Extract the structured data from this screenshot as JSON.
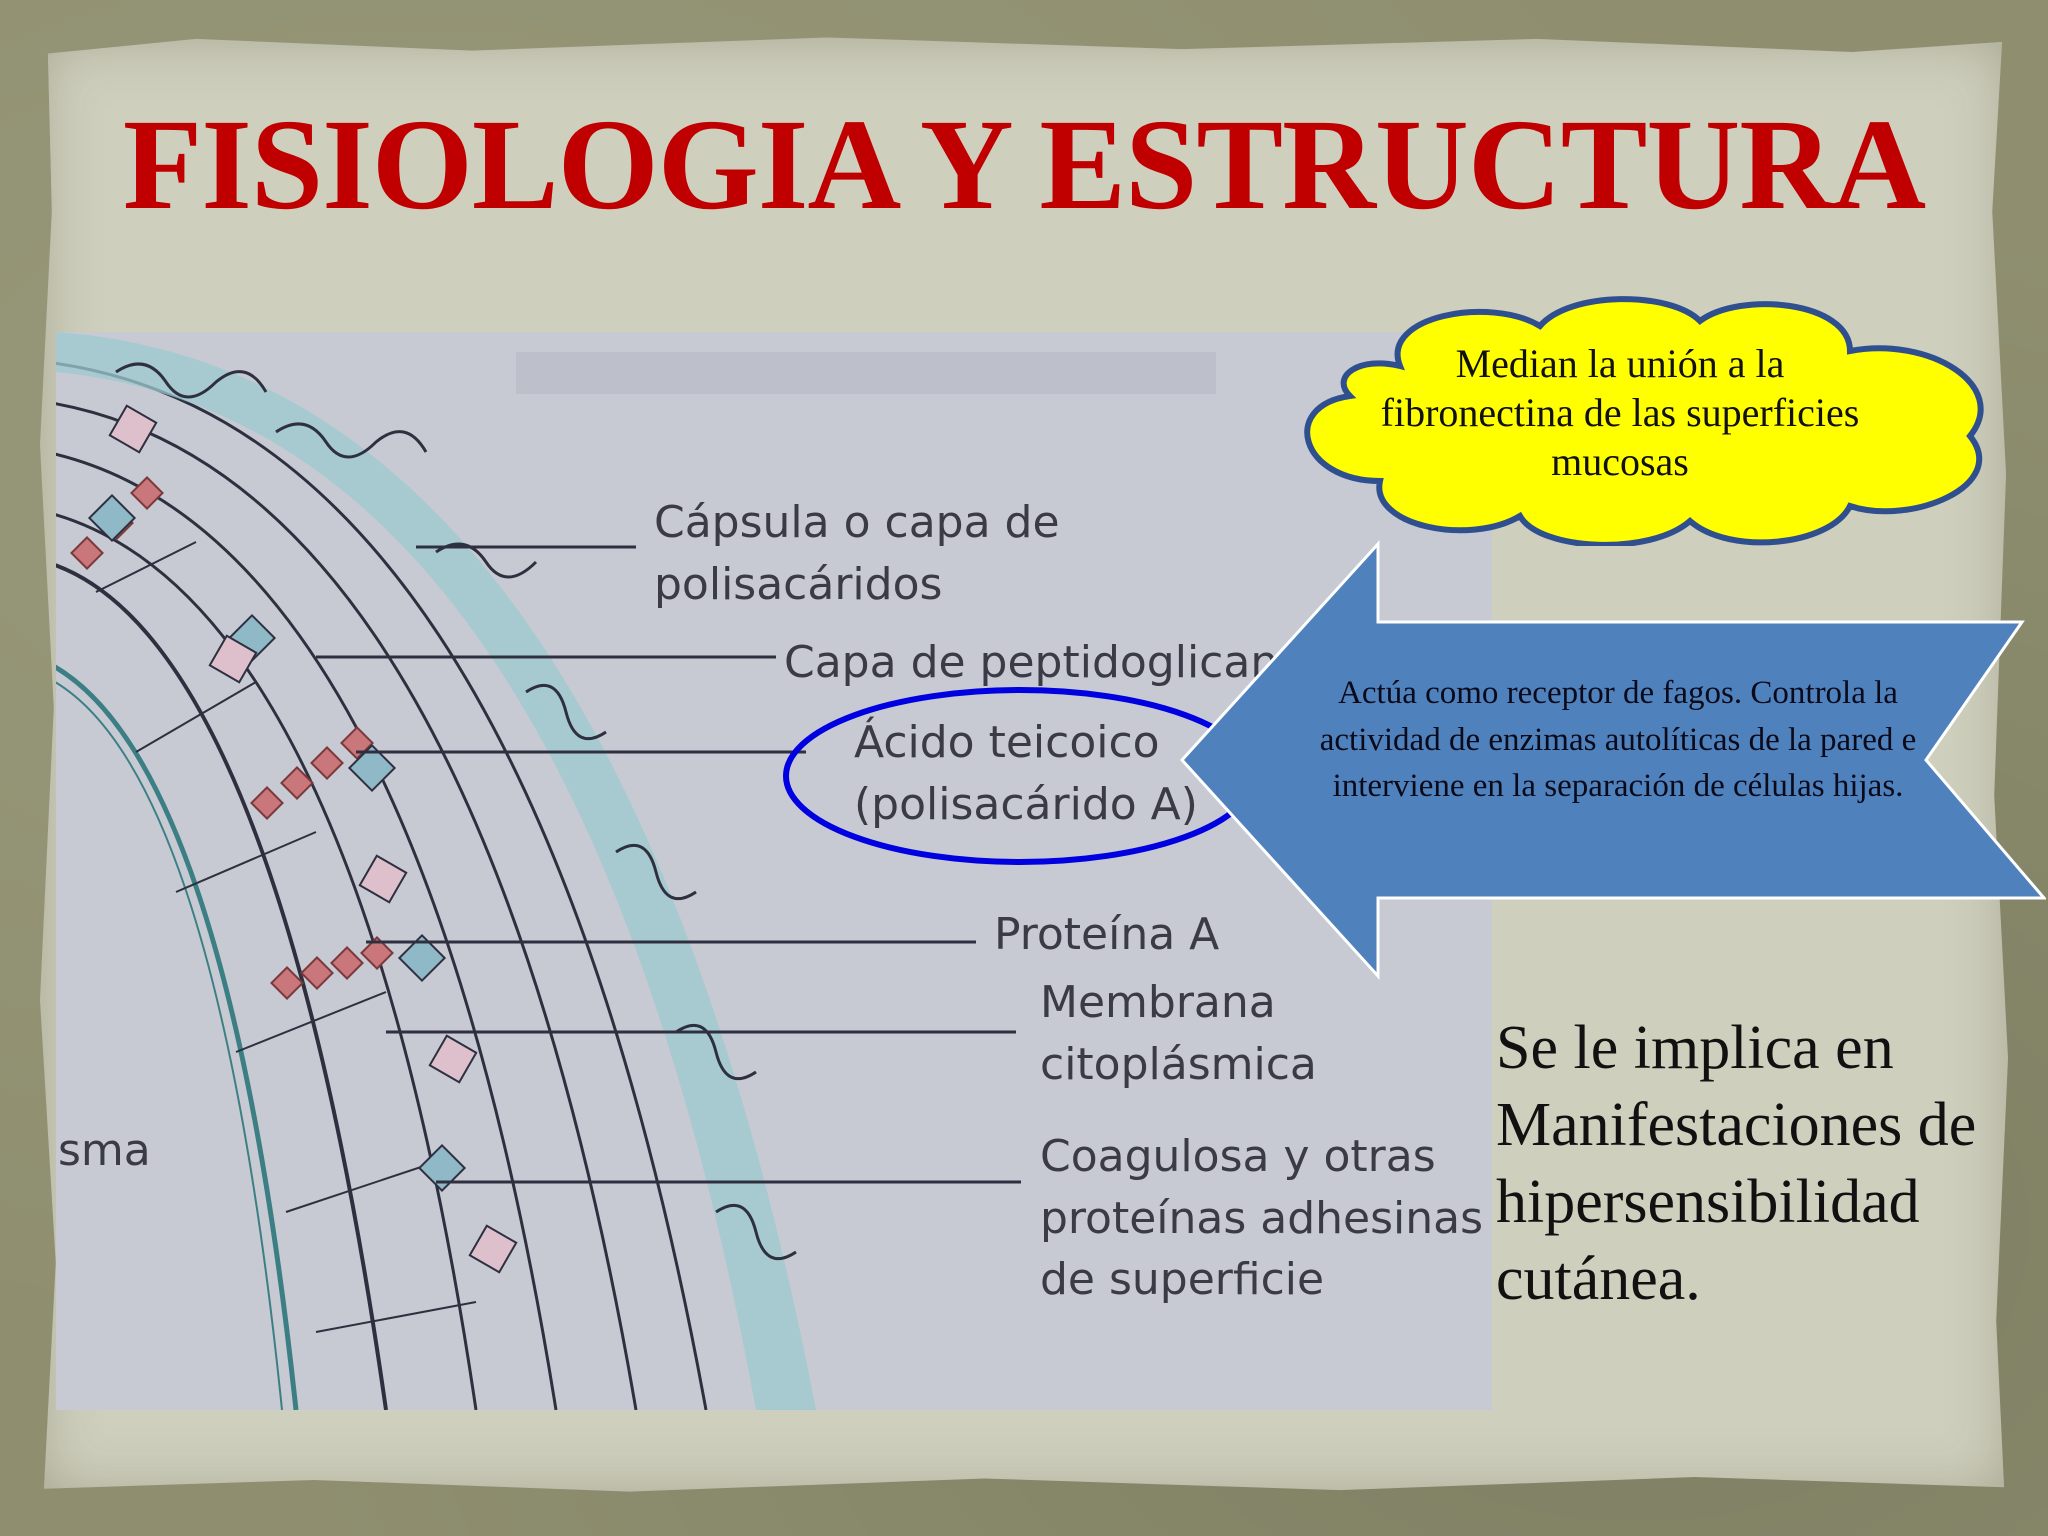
{
  "slide": {
    "title": "FISIOLOGIA Y ESTRUCTURA",
    "cloud_text": "Median la unión a la fibronectina de las superficies mucosas",
    "arrow_text": "Actúa como receptor de fagos. Controla la actividad de enzimas autolíticas de la pared e interviene en la separación de células hijas.",
    "side_text": "Se le implica en Manifestaciones de hipersensibilidad cutánea."
  },
  "diagram": {
    "labels": {
      "capsule": "Cápsula o capa de\npolisacáridos",
      "peptidoglycan": "Capa de peptidoglicano",
      "teichoic": "Ácido teicoico\n(polisacárido A)",
      "protein_a": "Proteína A",
      "membrane": "Membrana\ncitoplásmica",
      "coagulase": "Coagulosa y otras\nproteínas adhesinas\nde superficie",
      "cytoplasm_fragment": "sma"
    },
    "colors": {
      "capsule": "#8fc0c8",
      "teichoic": "#c9777a",
      "protein": "#8fb9c6",
      "adhesin": "#ddc0cc",
      "ellipse": "#0000e0"
    }
  },
  "colors": {
    "title": "#c00000",
    "cloud_fill": "#ffff00",
    "cloud_stroke": "#2f4f8f",
    "arrow_fill": "#4f81bd",
    "arrow_stroke": "#ffffff"
  }
}
